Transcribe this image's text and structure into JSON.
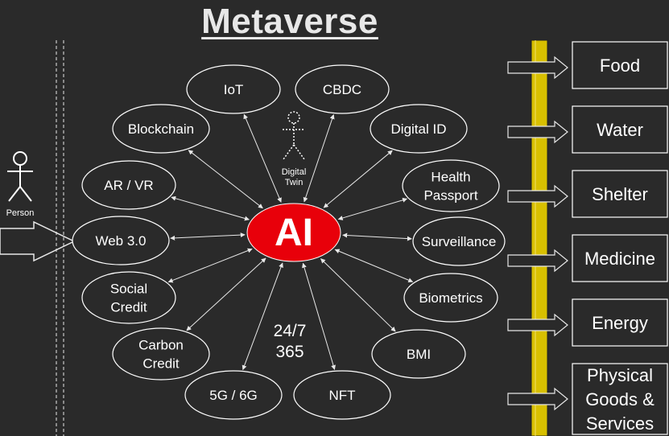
{
  "title": "Metaverse",
  "center": {
    "label": "AI",
    "color": "#e8000a"
  },
  "nodes": [
    {
      "id": "iot",
      "label": "IoT"
    },
    {
      "id": "cbdc",
      "label": "CBDC"
    },
    {
      "id": "blockchain",
      "label": "Blockchain"
    },
    {
      "id": "digital-id",
      "label": "Digital ID"
    },
    {
      "id": "ar-vr",
      "label": "AR / VR"
    },
    {
      "id": "health-passport",
      "label": "Health\nPassport"
    },
    {
      "id": "web3",
      "label": "Web 3.0"
    },
    {
      "id": "surveillance",
      "label": "Surveillance"
    },
    {
      "id": "social-credit",
      "label": "Social\nCredit"
    },
    {
      "id": "biometrics",
      "label": "Biometrics"
    },
    {
      "id": "carbon-credit",
      "label": "Carbon\nCredit"
    },
    {
      "id": "bmi",
      "label": "BMI"
    },
    {
      "id": "5g6g",
      "label": "5G / 6G"
    },
    {
      "id": "nft",
      "label": "NFT"
    }
  ],
  "person_label": "Person",
  "digital_twin_label": "Digital\nTwin",
  "always_on": "24/7\n365",
  "resources": [
    "Food",
    "Water",
    "Shelter",
    "Medicine",
    "Energy",
    "Physical\nGoods &\nServices"
  ],
  "colors": {
    "background": "#2a2a2a",
    "line": "#e8e8e8",
    "bar": "#d8c000"
  }
}
